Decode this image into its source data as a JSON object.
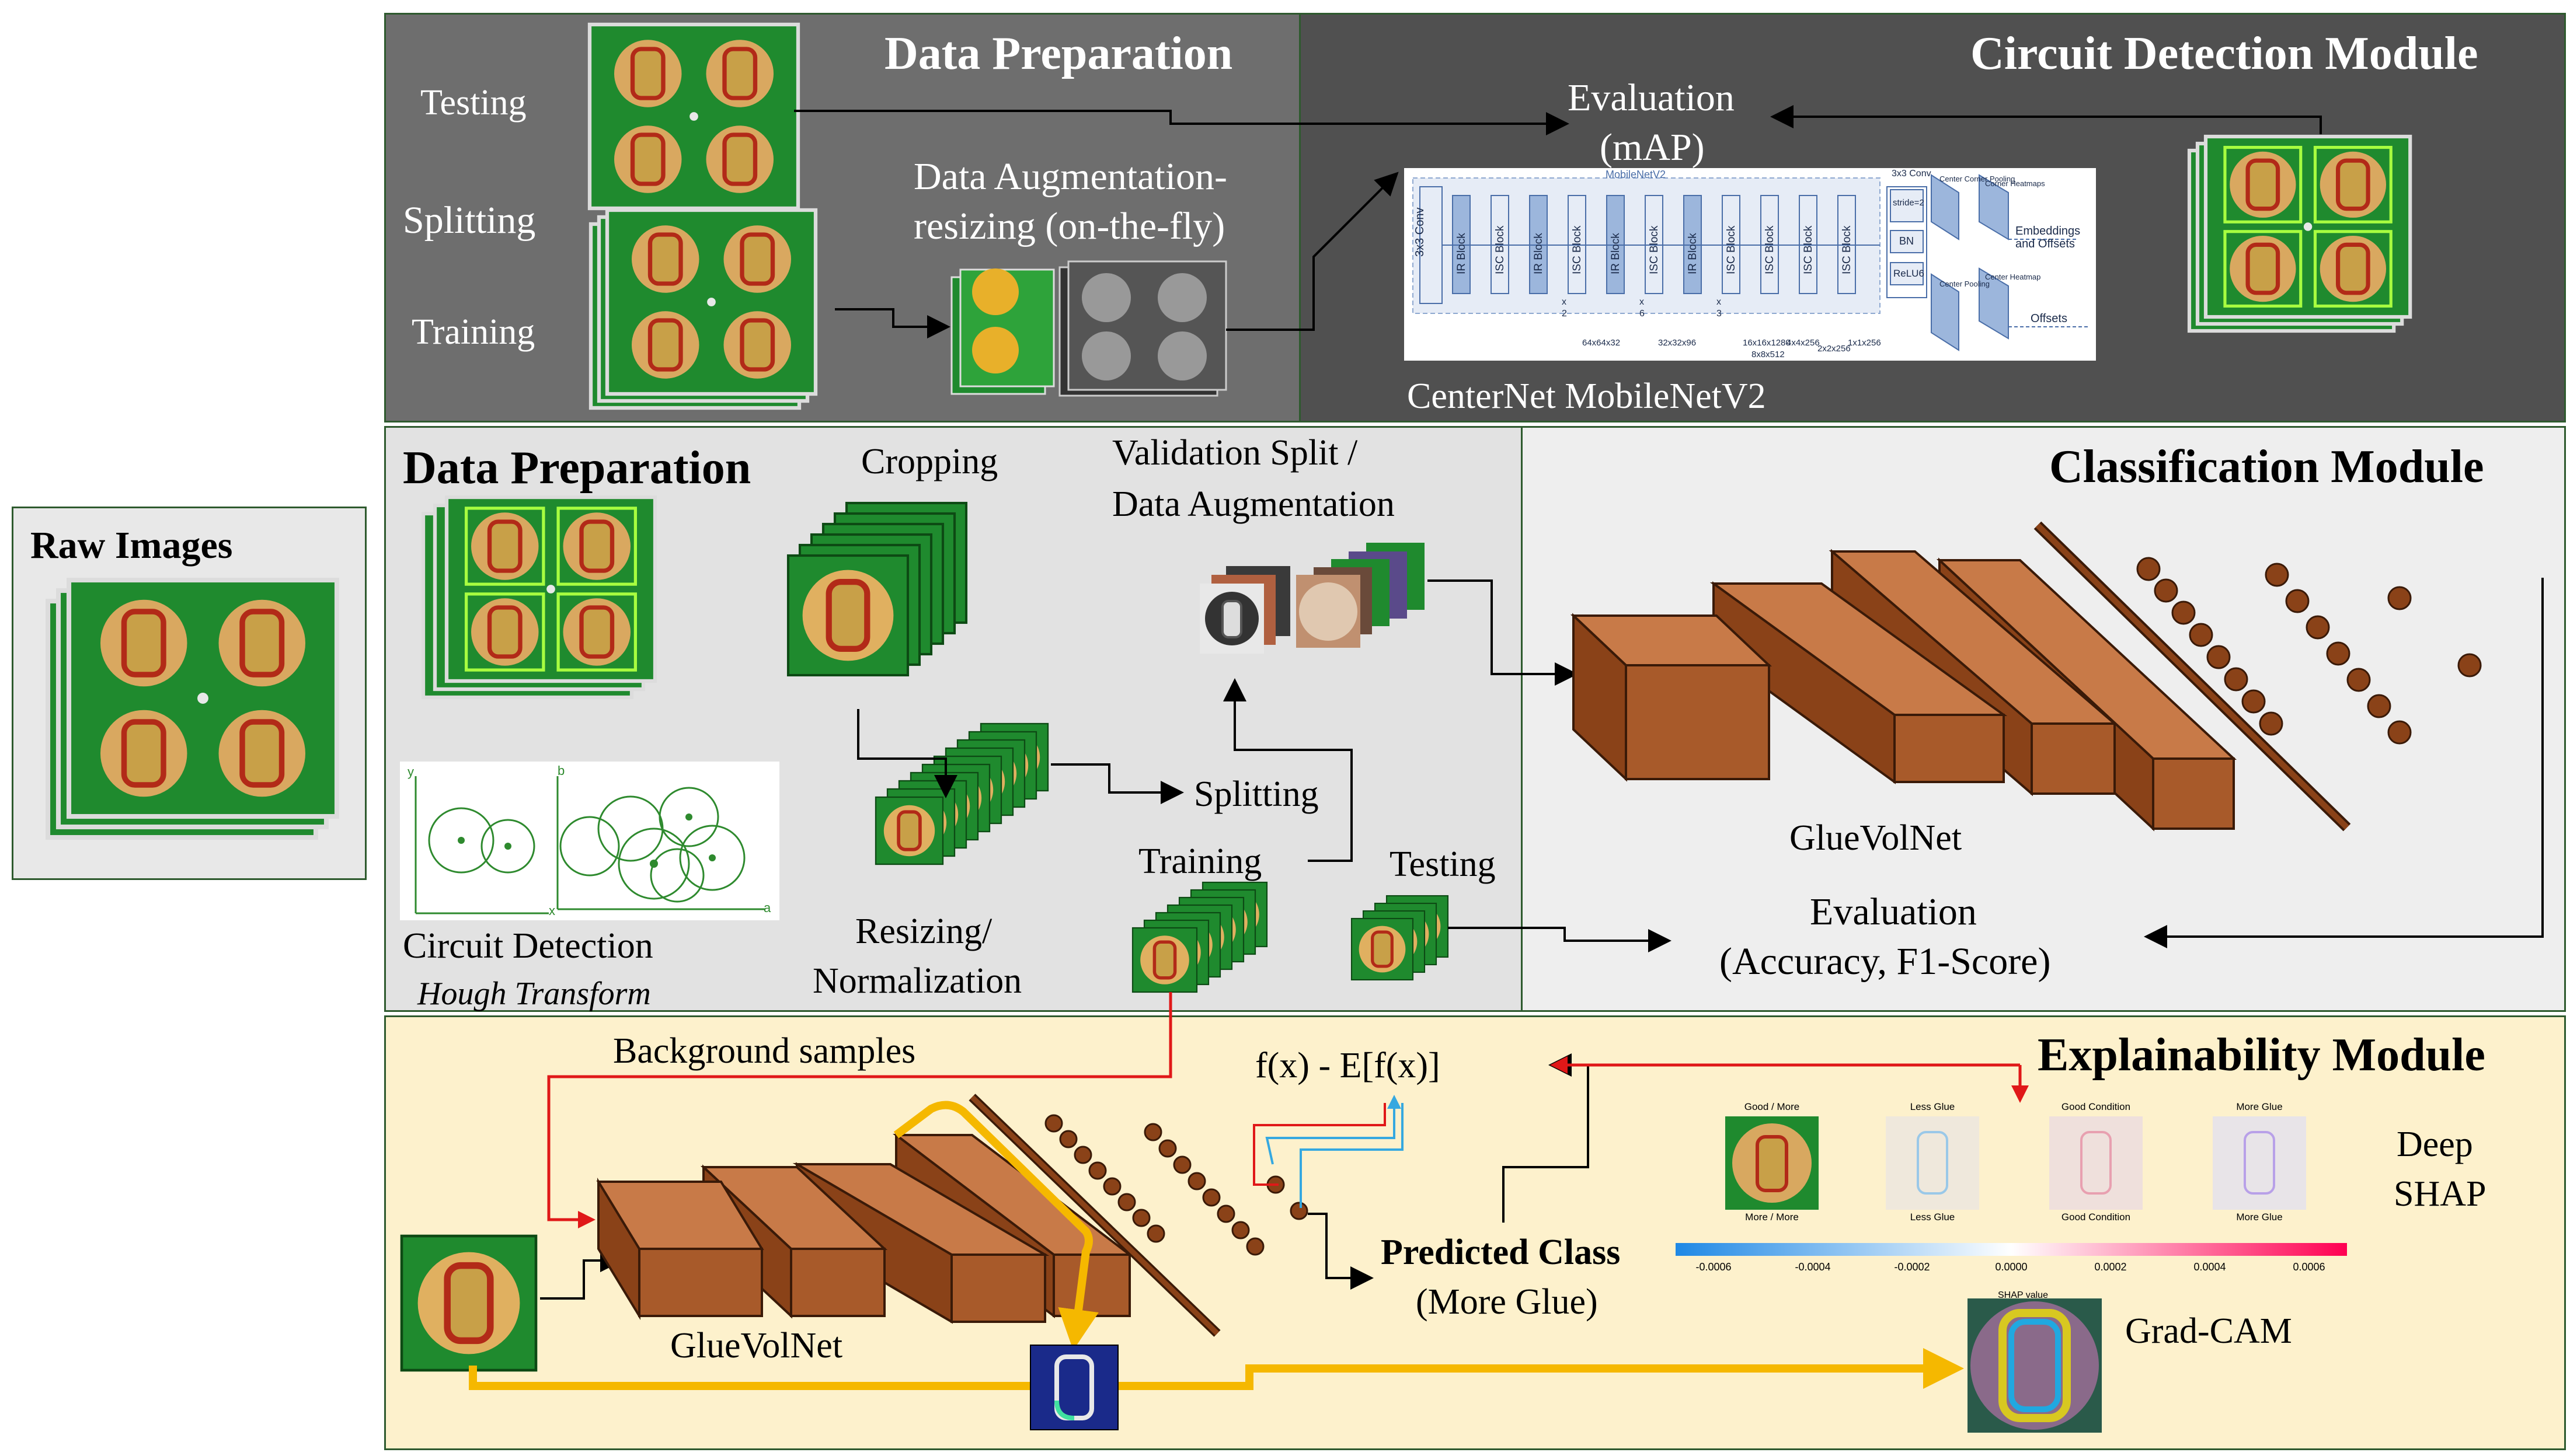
{
  "raw": {
    "title": "Raw Images"
  },
  "top": {
    "left_title": "Data Preparation",
    "right_title": "Circuit Detection Module",
    "testing": "Testing",
    "splitting": "Splitting",
    "training": "Training",
    "augment_line1": "Data Augmentation-",
    "augment_line2": "resizing (on-the-fly)",
    "eval_line1": "Evaluation",
    "eval_line2": "(mAP)",
    "net_name": "CenterNet MobileNetV2",
    "net": {
      "backbone": "MobileNetV2",
      "conv": "3x3 Conv",
      "blocks": [
        "IR Block",
        "ISC Block",
        "IR Block",
        "ISC Block",
        "IR Block",
        "ISC Block",
        "IR Block",
        "ISC Block",
        "ISC Block",
        "ISC Block",
        "ISC Block"
      ],
      "mult": [
        "x",
        "2",
        "x",
        "6",
        "x",
        "3"
      ],
      "sizes": [
        "64x64x32",
        "32x32x96",
        "16x16x1280",
        "8x8x512",
        "4x4x256",
        "2x2x256",
        "1x1x256"
      ],
      "head_conv": "3x3 Conv",
      "head_stride": "stride=2",
      "bn": "BN",
      "relu": "ReLU6",
      "pool1": "Center Corner Pooling",
      "pool2": "Center Pooling",
      "heat1": "Corner Heatmaps",
      "heat2": "Center Heatmap",
      "embeddings": "Embeddings and Offsets",
      "offsets": "Offsets"
    }
  },
  "mid": {
    "left_title": "Data Preparation",
    "right_title": "Classification Module",
    "cropping": "Cropping",
    "validation_line1": "Validation Split /",
    "validation_line2": "Data Augmentation",
    "splitting": "Splitting",
    "training": "Training",
    "testing": "Testing",
    "resizing_line1": "Resizing/",
    "resizing_line2": "Normalization",
    "circuit_detection": "Circuit Detection",
    "hough": "Hough Transform",
    "hough_y": "y",
    "hough_b": "b",
    "hough_x": "x",
    "hough_a": "a",
    "gluevolnet": "GlueVolNet",
    "eval_line1": "Evaluation",
    "eval_line2": "(Accuracy, F1-Score)"
  },
  "bottom": {
    "title": "Explainability Module",
    "background": "Background samples",
    "formula": "f(x) - E[f(x)]",
    "gluevolnet": "GlueVolNet",
    "predicted_line1": "Predicted Class",
    "predicted_line2": "(More Glue)",
    "deep_line1": "Deep",
    "deep_line2": "SHAP",
    "gradcam": "Grad-CAM",
    "shap_top": [
      "Good / More",
      "Less Glue",
      "Good Condition",
      "More Glue"
    ],
    "shap_bottom": [
      "More / More",
      "Less Glue",
      "Good Condition",
      "More Glue"
    ],
    "colorbar_ticks": [
      "-0.0006",
      "-0.0004",
      "-0.0002",
      "0.0000",
      "0.0002",
      "0.0004",
      "0.0006"
    ],
    "colorbar_label": "SHAP value"
  },
  "colors": {
    "top_left_bg": "#6e6e6e",
    "top_right_bg": "#505050",
    "mid_left_bg": "#e2e2e2",
    "mid_right_bg": "#eeeeee",
    "bottom_bg": "#fdf1cc",
    "brown": "#b4673a",
    "pcb": "#1a8a2c",
    "yellow_arrow": "#f5b800",
    "red_arrow": "#e01818",
    "blue_arrow": "#35a8e0"
  }
}
